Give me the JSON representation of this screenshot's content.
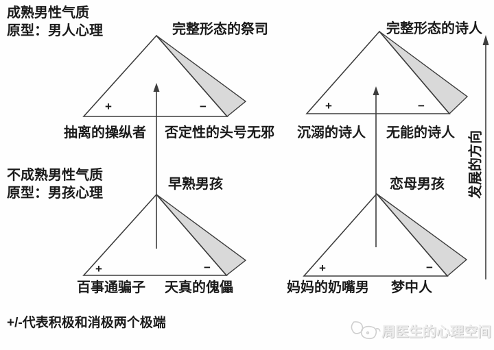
{
  "mature_block": {
    "line1": "成熟男性气质",
    "line2": "原型：男人心理"
  },
  "immature_block": {
    "line1": "不成熟男性气质",
    "line2": "原型：男孩心理"
  },
  "pyramids": {
    "priest": {
      "apex_label": "完整形态的祭司",
      "plus": "+",
      "minus": "−",
      "shadow_left": "抽离的操纵者",
      "shadow_right": "否定性的头号无邪"
    },
    "poet": {
      "apex_label": "完整形态的诗人",
      "plus": "+",
      "minus": "−",
      "shadow_left": "沉溺的诗人",
      "shadow_right": "无能的诗人"
    },
    "precocious_boy": {
      "apex_label": "早熟男孩",
      "plus": "+",
      "minus": "−",
      "shadow_left": "百事通骗子",
      "shadow_right": "天真的傀儡"
    },
    "oedipal_boy": {
      "apex_label": "恋母男孩",
      "plus": "+",
      "minus": "−",
      "shadow_left": "妈妈的奶嘴男",
      "shadow_right": "梦中人"
    }
  },
  "axis": {
    "label": "发展的方向"
  },
  "footnote": "+/-代表积极和消极两个极端",
  "watermark": {
    "text": "周医生的心理空间"
  },
  "colors": {
    "line": "#3d3d3d",
    "shade_fill": "#d9d9d9",
    "text": "#1b1b1b",
    "watermark": "#cfcfcf"
  }
}
